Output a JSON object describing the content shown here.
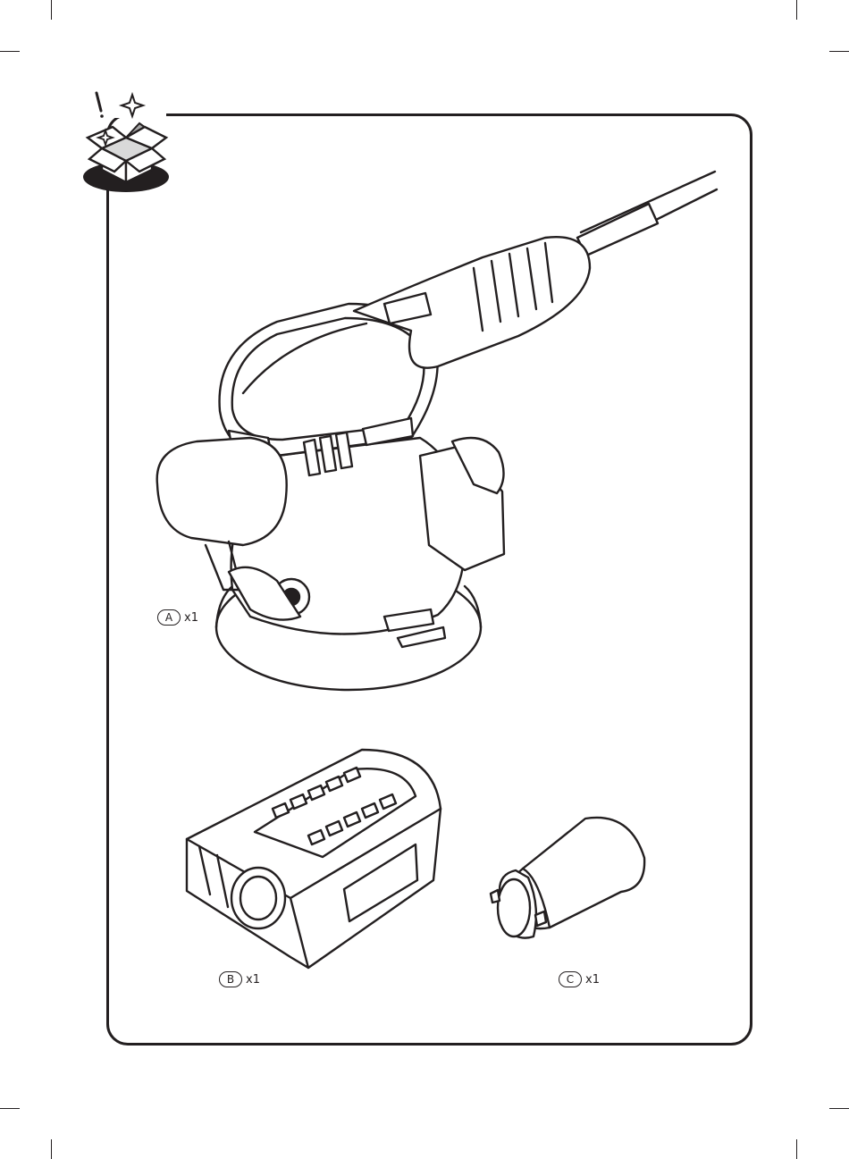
{
  "page": {
    "background": "#ffffff",
    "ink": "#231f20"
  },
  "icons": {
    "header": "open-box-icon"
  },
  "parts": [
    {
      "letter": "A",
      "quantity": "x1"
    },
    {
      "letter": "B",
      "quantity": "x1"
    },
    {
      "letter": "C",
      "quantity": "x1"
    }
  ]
}
